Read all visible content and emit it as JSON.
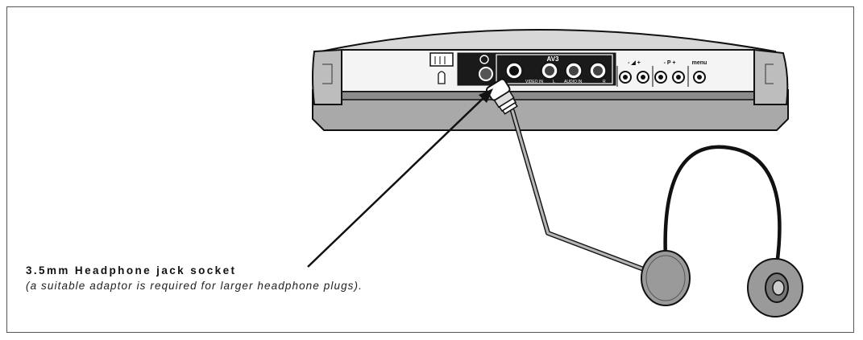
{
  "caption": {
    "title": "3.5mm Headphone jack socket",
    "note": "(a suitable adaptor is required for larger headphone plugs)."
  },
  "panel_labels": {
    "av_group": "AV3",
    "video_in": "VIDEO IN",
    "audio_l": "L",
    "audio_in": "AUDIO IN",
    "audio_r": "R",
    "volume": "- ◢ +",
    "program": "- P +",
    "menu": "menu"
  },
  "colors": {
    "line": "#111111",
    "panel_dark": "#1a1a1a",
    "casing": "#a9a9a9",
    "casing_light": "#d8d8d8",
    "cable": "#b5b5b5",
    "earcup": "#9a9a9a"
  }
}
